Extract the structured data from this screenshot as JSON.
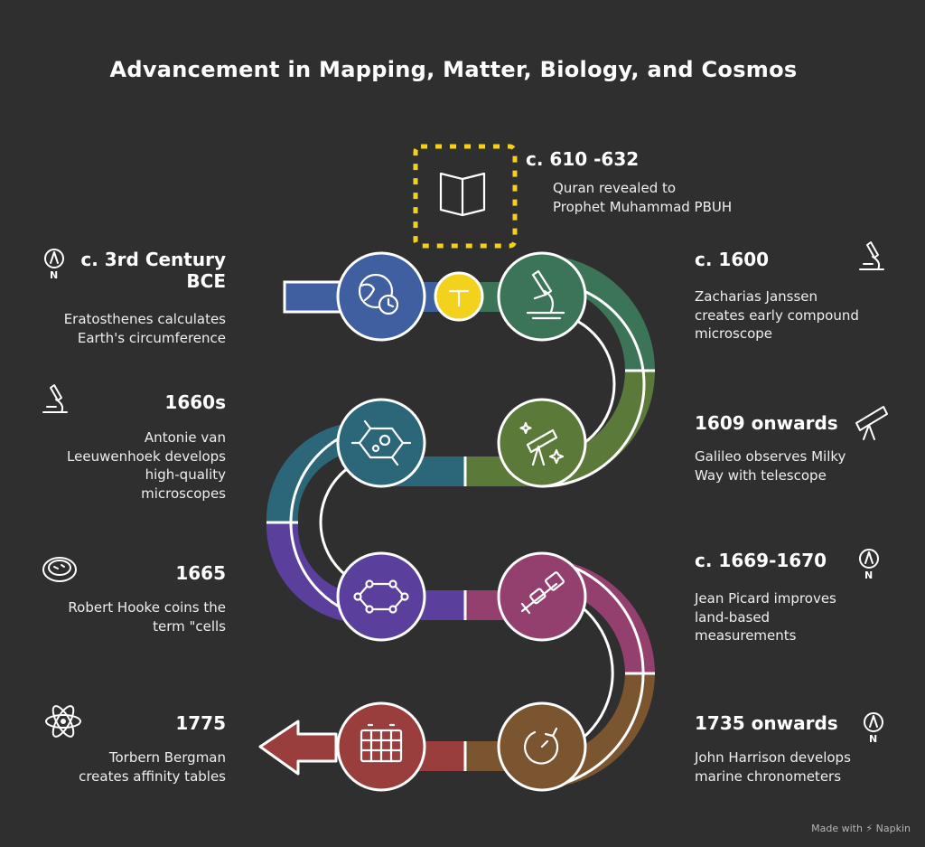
{
  "title": "Advancement in Mapping, Matter, Biology, and Cosmos",
  "events": [
    {
      "date": "c. 610 -632",
      "desc_lines": [
        "Quran revealed to",
        "Prophet Muhammad PBUH"
      ],
      "icon": "open-book-icon",
      "color": "#f2d21c"
    },
    {
      "date_lines": [
        "c. 3rd Century",
        "BCE"
      ],
      "desc_lines": [
        "Eratosthenes calculates",
        "Earth's circumference"
      ],
      "icon": "globe-clock-icon",
      "side_icon": "compass-icon",
      "color": "#3f5fa0"
    },
    {
      "date": "c. 1600",
      "desc_lines": [
        "Zacharias Janssen",
        "creates early compound",
        "microscope"
      ],
      "icon": "microscope-icon",
      "side_icon": "microscope-icon",
      "color": "#3c7457"
    },
    {
      "date": "1660s",
      "desc_lines": [
        "Antonie van",
        "Leeuwenhoek develops",
        "high-quality",
        "microscopes"
      ],
      "icon": "cell-icon",
      "side_icon": "microscope-icon",
      "color": "#2b6778"
    },
    {
      "date": "1609 onwards",
      "desc_lines": [
        "Galileo observes Milky",
        "Way with telescope"
      ],
      "icon": "telescope-stars-icon",
      "side_icon": "telescope-icon",
      "color": "#5b7a3a"
    },
    {
      "date": "1665",
      "desc_lines": [
        "Robert Hooke coins the",
        "term \"cells"
      ],
      "icon": "molecule-ring-icon",
      "side_icon": "petri-dish-icon",
      "color": "#5a3f9c"
    },
    {
      "date": "c. 1669-1670",
      "desc_lines": [
        "Jean Picard improves",
        "land-based",
        "measurements"
      ],
      "icon": "spyglass-icon",
      "side_icon": "compass-icon",
      "color": "#93406e"
    },
    {
      "date": "1775",
      "desc_lines": [
        "Torbern Bergman",
        "creates affinity tables"
      ],
      "icon": "periodic-table-icon",
      "side_icon": "atom-icon",
      "color": "#9a3d3d"
    },
    {
      "date": "1735 onwards",
      "desc_lines": [
        "John Harrison develops",
        "marine chronometers"
      ],
      "icon": "chronometer-icon",
      "side_icon": "compass-icon",
      "color": "#7a5530"
    }
  ],
  "compass_letter": "N",
  "footer": "Made with ⚡ Napkin"
}
